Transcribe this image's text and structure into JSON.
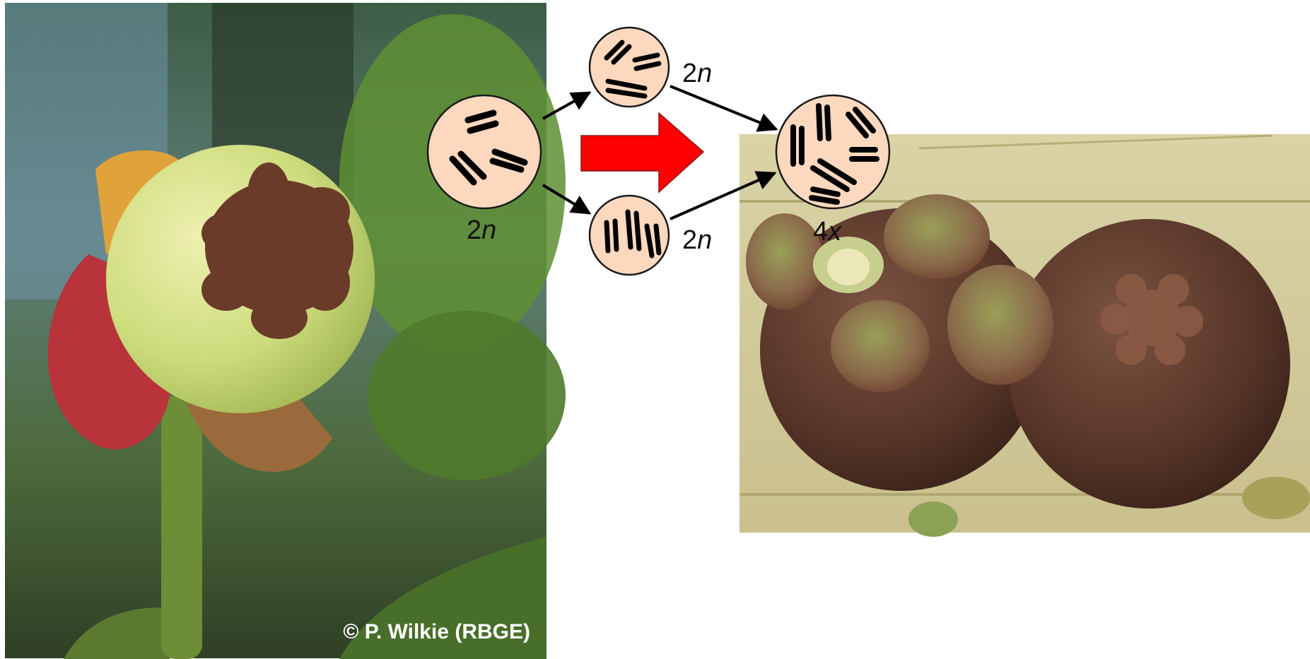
{
  "photo_left": {
    "subject": "green-fruit-photo",
    "credit": "© P. Wilkie (RBGE)"
  },
  "photo_right": {
    "subject": "mangosteen-halves-photo"
  },
  "cells": {
    "parent": {
      "label_num": "2",
      "label_sym": "n"
    },
    "top": {
      "label_num": "2",
      "label_sym": "n"
    },
    "bottom": {
      "label_num": "2",
      "label_sym": "n"
    },
    "hybrid": {
      "label_num": "4",
      "label_sym": "x"
    }
  },
  "colors": {
    "cell_fill": "#fbd8be",
    "cell_stroke": "#1a1a1a",
    "chromosome": "#000000",
    "big_arrow": "#ff0000",
    "arrow": "#000000"
  }
}
